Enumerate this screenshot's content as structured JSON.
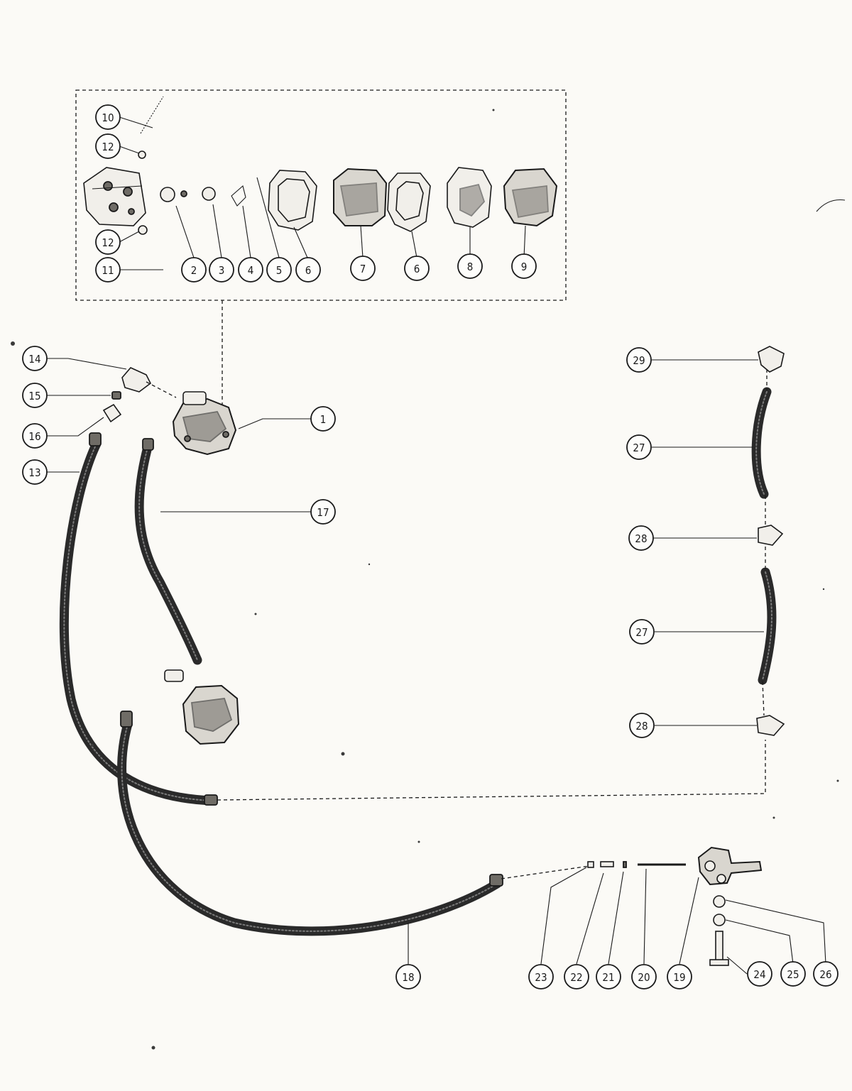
{
  "callouts": [
    {
      "id": "c10",
      "label": "10"
    },
    {
      "id": "c12a",
      "label": "12"
    },
    {
      "id": "c12b",
      "label": "12"
    },
    {
      "id": "c11",
      "label": "11"
    },
    {
      "id": "c2",
      "label": "2"
    },
    {
      "id": "c3",
      "label": "3"
    },
    {
      "id": "c4",
      "label": "4"
    },
    {
      "id": "c5",
      "label": "5"
    },
    {
      "id": "c6a",
      "label": "6"
    },
    {
      "id": "c7",
      "label": "7"
    },
    {
      "id": "c6b",
      "label": "6"
    },
    {
      "id": "c8",
      "label": "8"
    },
    {
      "id": "c9",
      "label": "9"
    },
    {
      "id": "c14",
      "label": "14"
    },
    {
      "id": "c15",
      "label": "15"
    },
    {
      "id": "c16",
      "label": "16"
    },
    {
      "id": "c13",
      "label": "13"
    },
    {
      "id": "c1",
      "label": "1"
    },
    {
      "id": "c17",
      "label": "17"
    },
    {
      "id": "c29",
      "label": "29"
    },
    {
      "id": "c27a",
      "label": "27"
    },
    {
      "id": "c28a",
      "label": "28"
    },
    {
      "id": "c27b",
      "label": "27"
    },
    {
      "id": "c28b",
      "label": "28"
    },
    {
      "id": "c18",
      "label": "18"
    },
    {
      "id": "c23",
      "label": "23"
    },
    {
      "id": "c22",
      "label": "22"
    },
    {
      "id": "c21",
      "label": "21"
    },
    {
      "id": "c20",
      "label": "20"
    },
    {
      "id": "c19",
      "label": "19"
    },
    {
      "id": "c24",
      "label": "24"
    },
    {
      "id": "c25",
      "label": "25"
    },
    {
      "id": "c26",
      "label": "26"
    }
  ]
}
